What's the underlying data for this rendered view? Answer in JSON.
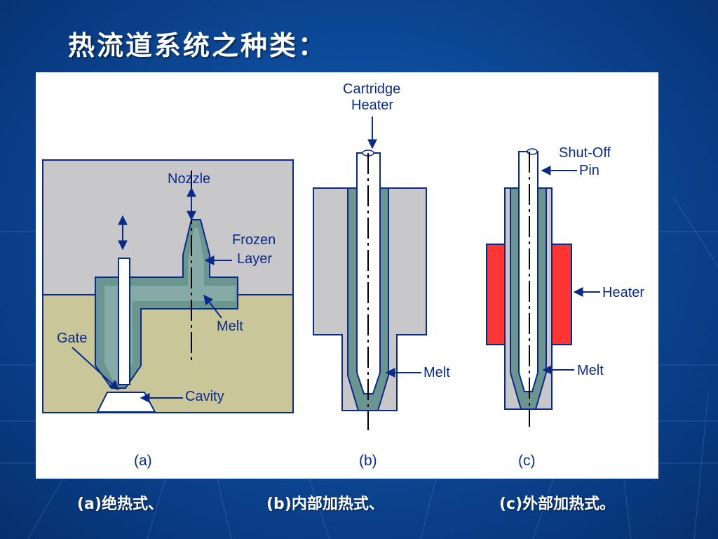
{
  "title": "热流道系统之种类：",
  "colors": {
    "background": "#0d4a9a",
    "mold_gray": "#c8c8cb",
    "cavity_plate": "#c9c79a",
    "melt": "#6a9590",
    "heater": "#ff3535",
    "label": "#0a2a88"
  },
  "diagram": {
    "a": {
      "caption": "(a)",
      "labels": {
        "nozzle": "Nozzle",
        "frozen_layer_line1": "Frozen",
        "frozen_layer_line2": "Layer",
        "melt": "Melt",
        "gate": "Gate",
        "cavity": "Cavity"
      }
    },
    "b": {
      "caption": "(b)",
      "labels": {
        "cartridge_heater_line1": "Cartridge",
        "cartridge_heater_line2": "Heater",
        "melt": "Melt"
      }
    },
    "c": {
      "caption": "(c)",
      "labels": {
        "shutoff_pin_line1": "Shut-Off",
        "shutoff_pin_line2": "Pin",
        "heater": "Heater",
        "melt": "Melt"
      }
    }
  },
  "captions": {
    "a": "(a)绝热式、",
    "b": "(b)内部加热式、",
    "c": "(c)外部加热式。"
  }
}
